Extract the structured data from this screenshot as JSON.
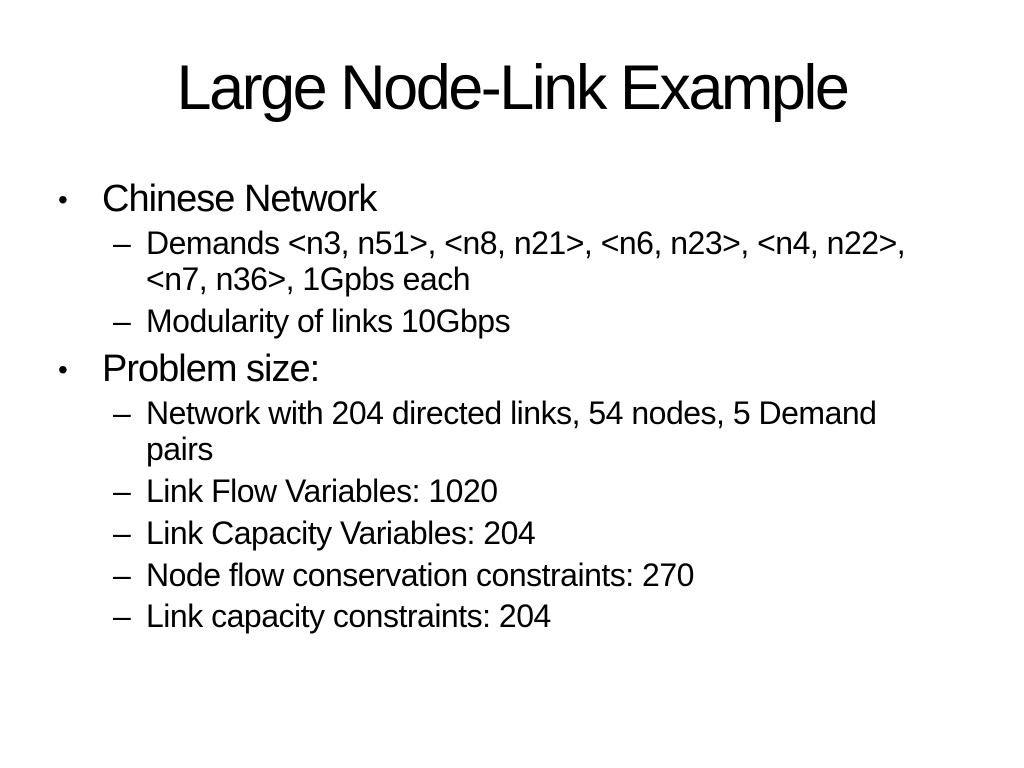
{
  "slide": {
    "title": "Large Node-Link Example",
    "bullet_glyph": "•",
    "sub_bullet_glyph": "–",
    "colors": {
      "background": "#ffffff",
      "text": "#000000"
    },
    "bullets": [
      {
        "label": "Chinese Network",
        "sub": [
          "Demands <n3, n51>, <n8, n21>, <n6, n23>, <n4, n22>,\n<n7, n36>, 1Gpbs each",
          "Modularity of links 10Gbps"
        ]
      },
      {
        "label": "Problem size:",
        "sub": [
          "Network with 204 directed links, 54 nodes, 5 Demand\npairs",
          "Link Flow Variables: 1020",
          "Link Capacity Variables: 204",
          "Node flow conservation constraints: 270",
          "Link capacity constraints: 204"
        ]
      }
    ]
  }
}
